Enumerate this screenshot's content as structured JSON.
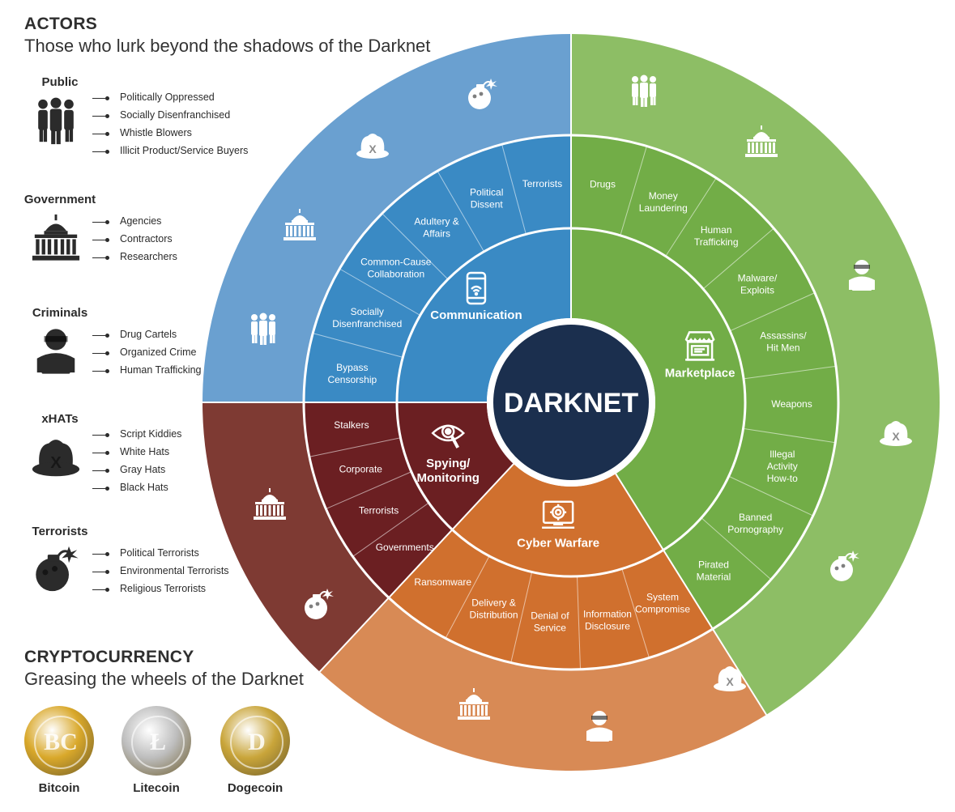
{
  "actors": {
    "title": "ACTORS",
    "subtitle": "Those who lurk beyond the shadows of the Darknet",
    "groups": [
      {
        "title": "Public",
        "icon": "people-group-icon",
        "items": [
          "Politically Oppressed",
          "Socially Disenfranchised",
          "Whistle Blowers",
          "Illicit Product/Service Buyers"
        ]
      },
      {
        "title": "Government",
        "icon": "capitol-building-icon",
        "items": [
          "Agencies",
          "Contractors",
          "Researchers"
        ]
      },
      {
        "title": "Criminals",
        "icon": "masked-criminal-icon",
        "items": [
          "Drug Cartels",
          "Organized Crime",
          "Human Trafficking"
        ]
      },
      {
        "title": "xHATs",
        "icon": "hacker-hat-icon",
        "items": [
          "Script Kiddies",
          "White Hats",
          "Gray Hats",
          "Black Hats"
        ]
      },
      {
        "title": "Terrorists",
        "icon": "bomb-icon",
        "items": [
          "Political Terrorists",
          "Environmental Terrorists",
          "Religious Terrorists"
        ]
      }
    ]
  },
  "cryptocurrency": {
    "title": "CRYPTOCURRENCY",
    "subtitle": "Greasing the wheels of the Darknet",
    "coins": [
      {
        "name": "Bitcoin",
        "symbol": "BC",
        "color": "#d9a82a"
      },
      {
        "name": "Litecoin",
        "symbol": "Ł",
        "color": "#bdbdbd"
      },
      {
        "name": "Dogecoin",
        "symbol": "D",
        "color": "#c9a53a"
      }
    ]
  },
  "wheel": {
    "center_label": "DARKNET",
    "center_color": "#1b2f4e",
    "sectors": [
      {
        "name": "Communication",
        "icon": "smartphone-icon",
        "outer_color": "#6aa0d0",
        "middle_color": "#3a8ac4",
        "inner_color": "#3a8ac4",
        "items": [
          "Bypass Censorship",
          "Socially Disenfranchised",
          "Common-Cause Collaboration",
          "Adultery & Affairs",
          "Political Dissent",
          "Terrorists"
        ]
      },
      {
        "name": "Marketplace",
        "icon": "storefront-icon",
        "outer_color": "#8dbe65",
        "middle_color": "#72ad47",
        "inner_color": "#72ad47",
        "items": [
          "Drugs",
          "Money Laundering",
          "Human Trafficking",
          "Malware/ Exploits",
          "Assassins/ Hit Men",
          "Weapons",
          "Illegal Activity How-to",
          "Banned Pornography",
          "Pirated Material"
        ]
      },
      {
        "name": "Cyber Warfare",
        "icon": "crosshair-monitor-icon",
        "outer_color": "#d88a55",
        "middle_color": "#d0702e",
        "inner_color": "#d0702e",
        "items": [
          "System Compromise",
          "Information Disclosure",
          "Denial of Service",
          "Delivery & Distribution",
          "Ransomware"
        ]
      },
      {
        "name": "Spying/ Monitoring",
        "icon": "eye-magnifier-icon",
        "outer_color": "#7e3a33",
        "middle_color": "#6b1f22",
        "inner_color": "#6b1f22",
        "items": [
          "Governments",
          "Terrorists",
          "Corporate",
          "Stalkers"
        ]
      }
    ],
    "outer_icons": [
      {
        "icon": "bomb-icon",
        "sector": "Communication"
      },
      {
        "icon": "hacker-hat-icon",
        "sector": "Communication"
      },
      {
        "icon": "capitol-building-icon",
        "sector": "Communication"
      },
      {
        "icon": "people-group-icon",
        "sector": "Communication"
      },
      {
        "icon": "people-group-icon",
        "sector": "Marketplace"
      },
      {
        "icon": "capitol-building-icon",
        "sector": "Marketplace"
      },
      {
        "icon": "masked-criminal-icon",
        "sector": "Marketplace"
      },
      {
        "icon": "hacker-hat-icon",
        "sector": "Marketplace"
      },
      {
        "icon": "bomb-icon",
        "sector": "Marketplace"
      },
      {
        "icon": "hacker-hat-icon",
        "sector": "Cyber Warfare"
      },
      {
        "icon": "masked-criminal-icon",
        "sector": "Cyber Warfare"
      },
      {
        "icon": "capitol-building-icon",
        "sector": "Cyber Warfare"
      },
      {
        "icon": "bomb-icon",
        "sector": "Spying/ Monitoring"
      },
      {
        "icon": "capitol-building-icon",
        "sector": "Spying/ Monitoring"
      }
    ]
  }
}
